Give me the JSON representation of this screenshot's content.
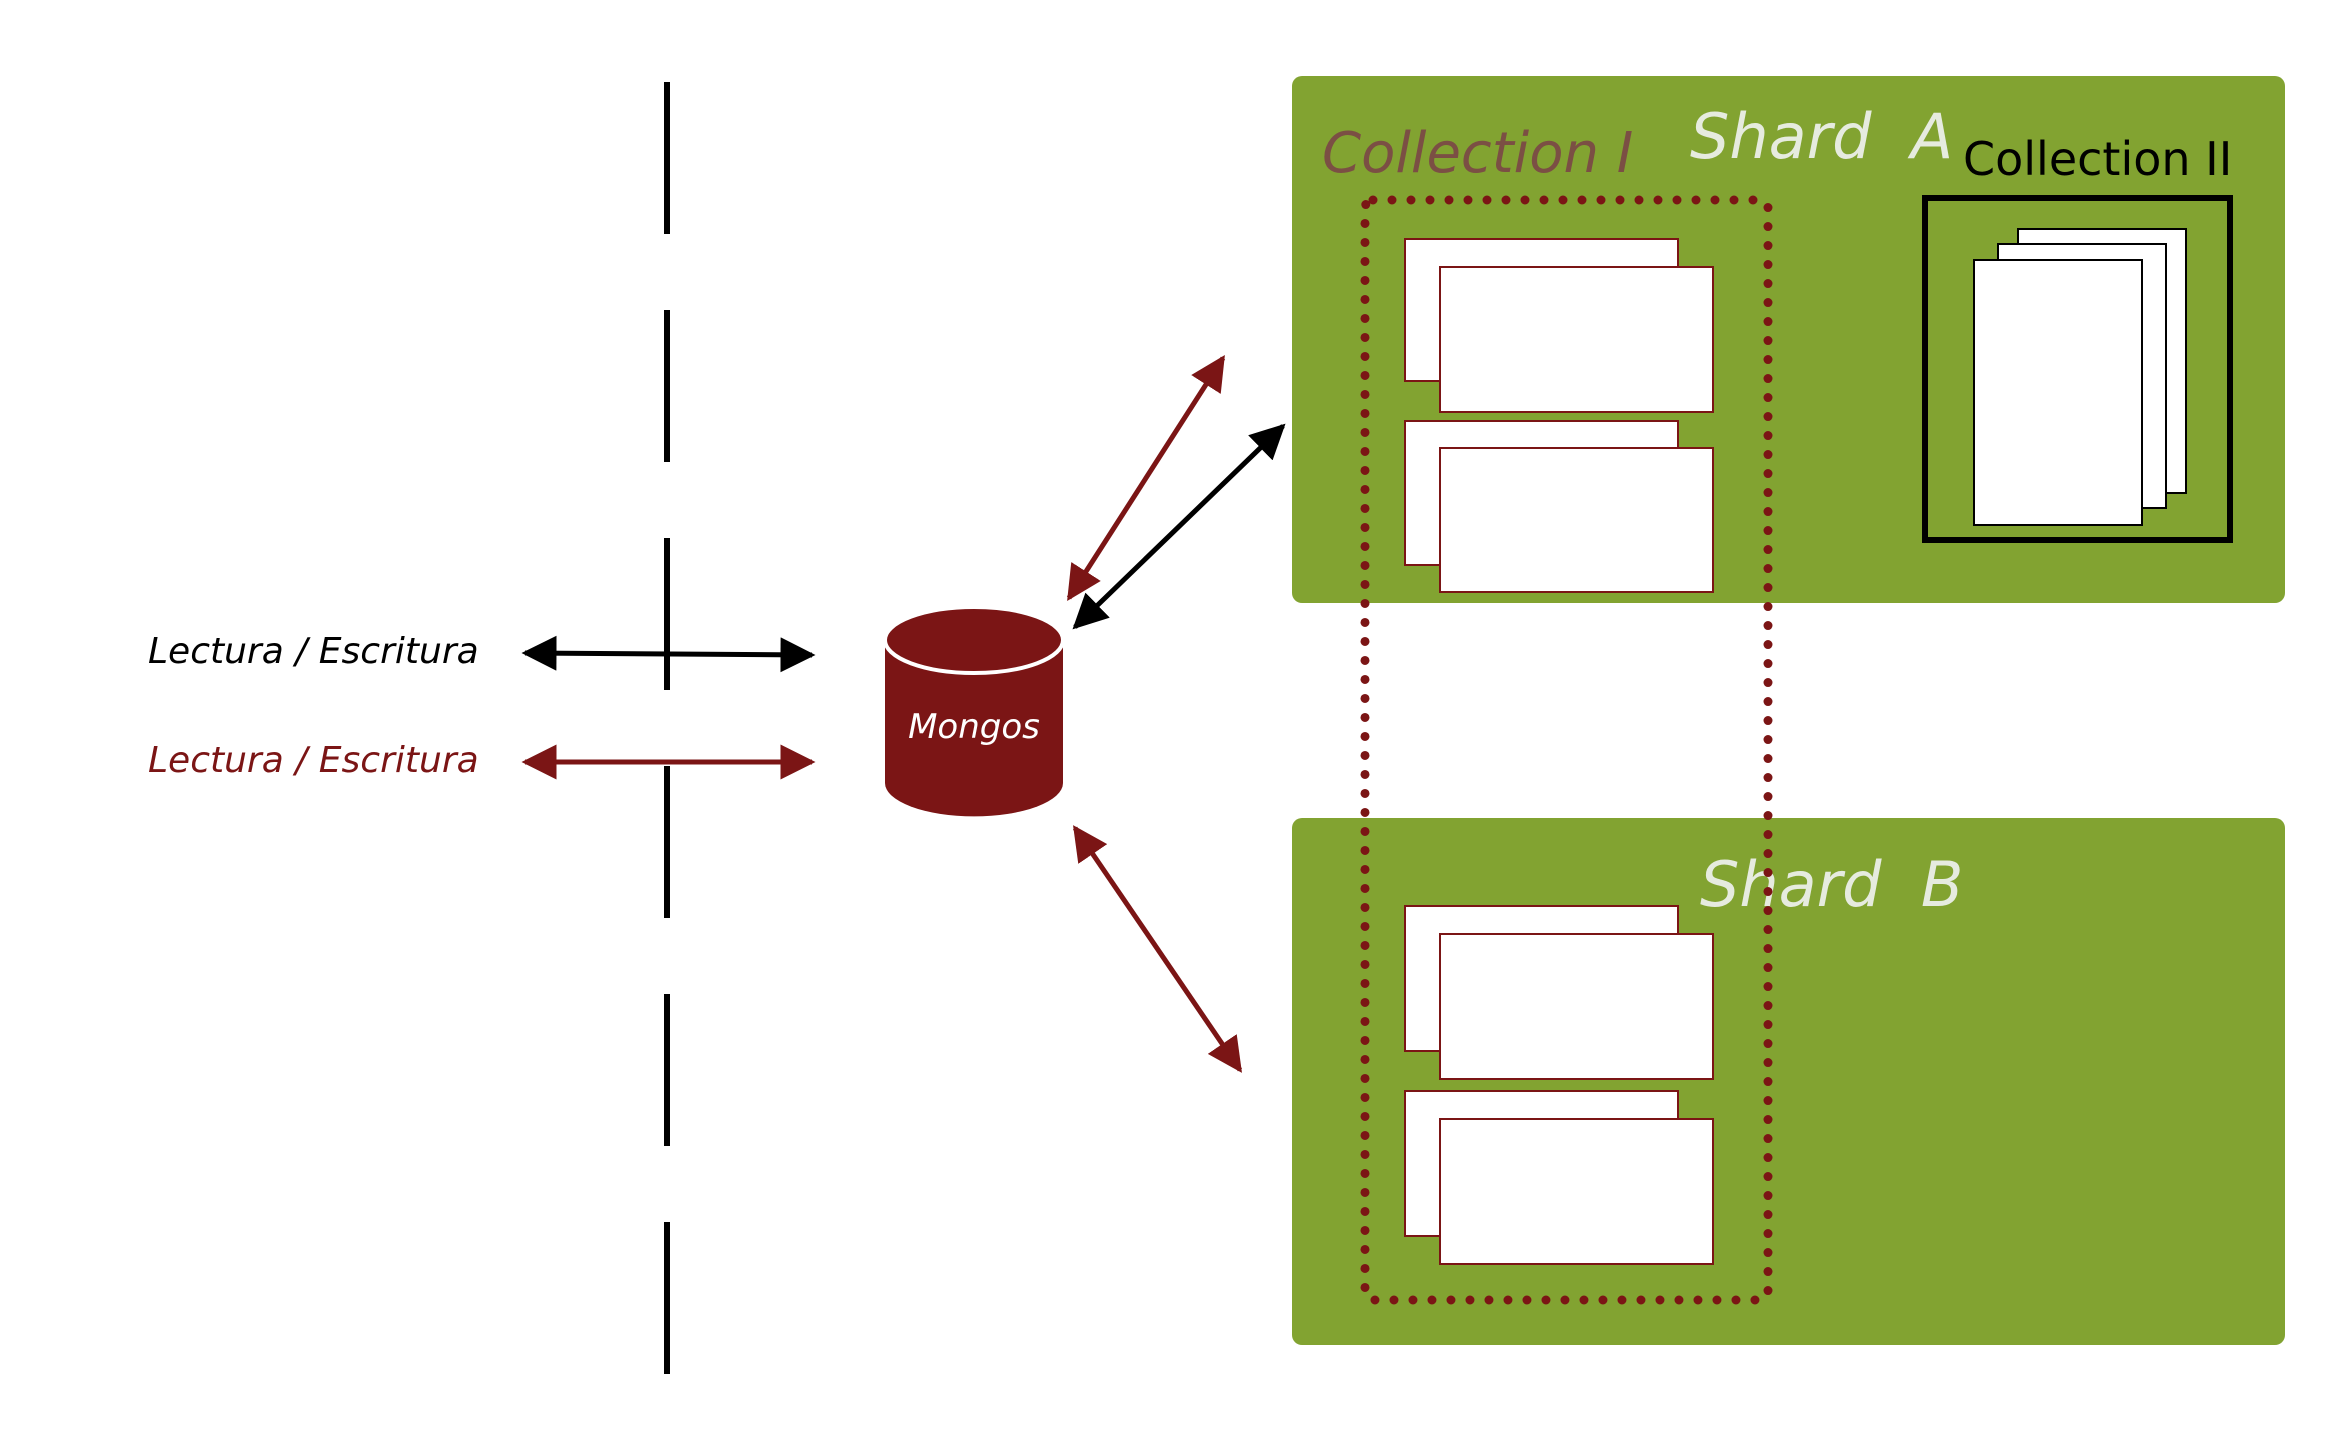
{
  "colors": {
    "shard_fill": "#82a331",
    "shard_label": "#e6ebdf",
    "maroon": "#7b1515",
    "black": "#000000",
    "doc_border_red": "#7b1515",
    "doc_fill": "#ffffff",
    "mongos_text": "#ffffff"
  },
  "labels": {
    "client_black": "Lectura / Escritura",
    "client_red": "Lectura / Escritura",
    "mongos": "Mongos",
    "collection_1": "Collection I",
    "collection_2": "Collection II",
    "shard_a": "Shard  A",
    "shard_b": "Shard  B"
  },
  "icons": {
    "mongos": "cylinder-database-icon",
    "documents": "stacked-document-icon"
  }
}
